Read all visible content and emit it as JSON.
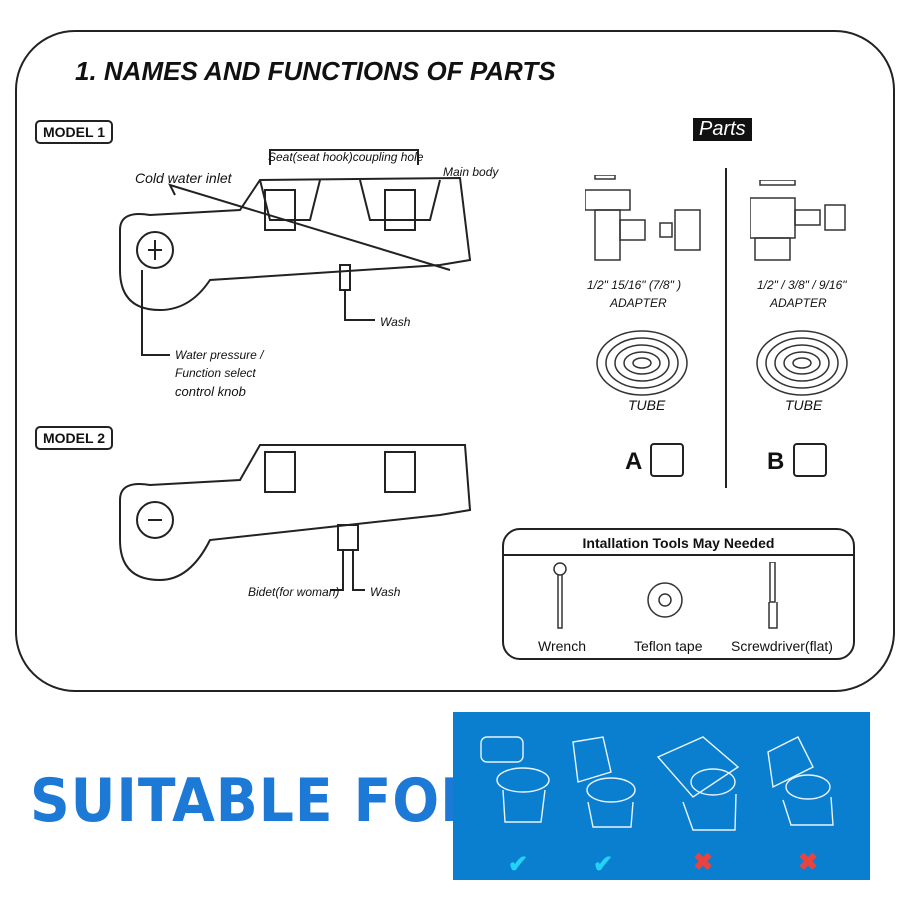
{
  "title": "1. NAMES AND FUNCTIONS OF PARTS",
  "models": [
    {
      "label": "MODEL 1"
    },
    {
      "label": "MODEL 2"
    }
  ],
  "model1_labels": {
    "inlet": "Cold water inlet",
    "seat": "Seat(seat hook)coupling hole",
    "body": "Main body",
    "wash": "Wash",
    "knob1": "Water pressure /",
    "knob2": "Function select",
    "knob3": "control knob"
  },
  "model2_labels": {
    "bidet": "Bidet(for woman)",
    "wash": "Wash"
  },
  "parts": {
    "heading": "Parts",
    "kits": [
      {
        "sizes": "1/2\"  15/16\"  (7/8\" )",
        "adapter": "ADAPTER",
        "tube": "TUBE",
        "letter": "A"
      },
      {
        "sizes": "1/2\" / 3/8\" / 9/16\"",
        "adapter": "ADAPTER",
        "tube": "TUBE",
        "letter": "B"
      }
    ]
  },
  "tools": {
    "heading": "Intallation Tools May Needed",
    "items": [
      "Wrench",
      "Teflon tape",
      "Screwdriver(flat)"
    ]
  },
  "suitable": {
    "heading": "SUITABLE FOR",
    "marks": [
      "check",
      "check",
      "cross",
      "cross"
    ],
    "colors": {
      "panel": "#0b7fcf",
      "check": "#22d3f5",
      "cross": "#e8433f",
      "text": "#1c7ad6"
    }
  }
}
